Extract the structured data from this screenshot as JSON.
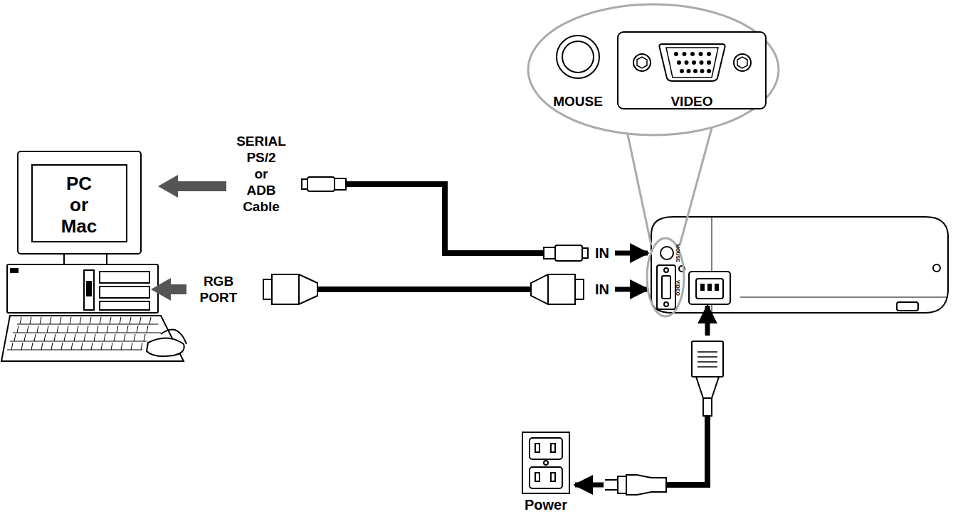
{
  "diagram": {
    "nodes": [
      {
        "text": [
          "PC or Mac"
        ]
      },
      {
        "text": [
          "MOUSE",
          "VIDEO"
        ]
      },
      {
        "text": [
          "MOUSE",
          "VIDEO"
        ]
      },
      {
        "text": [
          "Power"
        ]
      }
    ],
    "labels": [
      "SERIAL PS/2 or ADB Cable",
      "RGB PORT",
      "IN",
      "IN"
    ]
  }
}
